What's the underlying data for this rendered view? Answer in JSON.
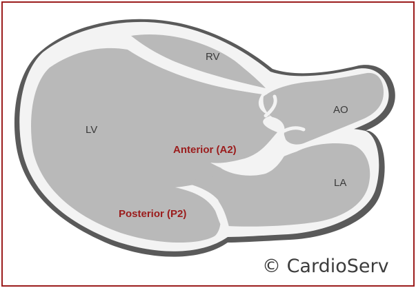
{
  "labels": {
    "rv": "RV",
    "lv": "LV",
    "ao": "AO",
    "la": "LA",
    "anterior_leaflet": "Anterior (A2)",
    "posterior_leaflet": "Posterior (P2)"
  },
  "copyright": "© CardioServ",
  "colors": {
    "border": "#9b1c1c",
    "leaflet_label": "#9b1c1c",
    "chamber_fill": "#b9b9b9",
    "wall": "#f3f3f3",
    "epicardium": "#5a5a5a"
  }
}
